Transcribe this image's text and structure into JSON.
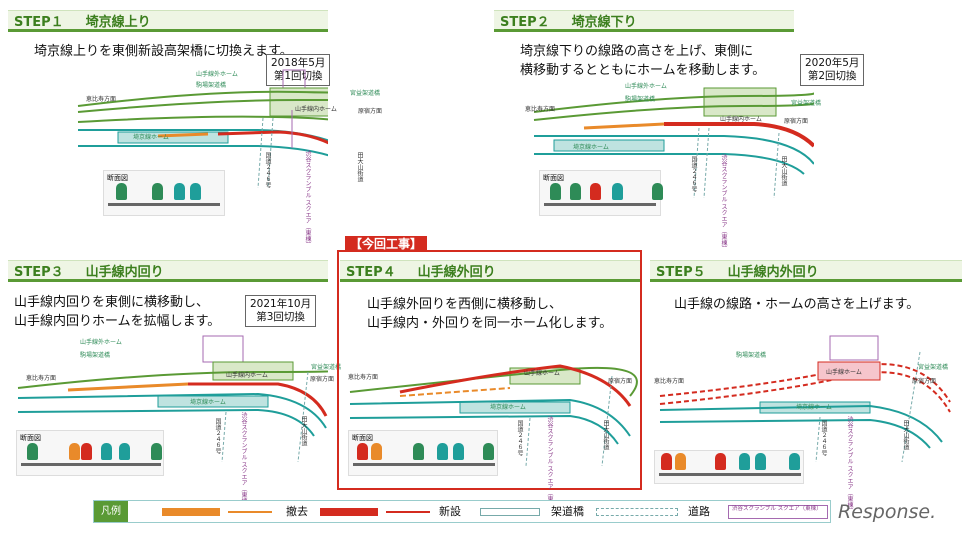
{
  "panels": [
    {
      "id": "step1",
      "step_label": "STEP１",
      "title": "埼京線上り",
      "desc_lines": [
        "埼京線上りを東側新設高架橋に切換えます。"
      ],
      "date_lines": [
        "2018年5月",
        "第1回切換"
      ],
      "labels": {
        "yamanote_outer_home": "山手線外ホーム",
        "komaba": "駒場架道橋",
        "miyamasuzaka": "宮益架道橋",
        "ebisu": "恵比寿方面",
        "yamanote_inner_home": "山手線内ホーム",
        "harajuku": "原宿方面",
        "saikyo_home": "埼京線ホーム",
        "scramble": "渋谷スクランブル スクエア（東棟）",
        "route246": "国道２４６号",
        "tamagawa": "田大山街道",
        "section": "断面図"
      }
    },
    {
      "id": "step2",
      "step_label": "STEP２",
      "title": "埼京線下り",
      "desc_lines": [
        "埼京線下りの線路の高さを上げ、東側に",
        "横移動するとともにホームを移動します。"
      ],
      "date_lines": [
        "2020年5月",
        "第2回切換"
      ],
      "labels": {
        "yamanote_outer_home": "山手線外ホーム",
        "komaba": "駒場架道橋",
        "miyamasuzaka": "宮益架道橋",
        "ebisu": "恵比寿方面",
        "yamanote_inner_home": "山手線内ホーム",
        "harajuku": "原宿方面",
        "saikyo_home": "埼京線ホーム",
        "scramble": "渋谷スクランブル スクエア（東棟）",
        "route246": "国道２４６号",
        "tamagawa": "田大山街道",
        "section": "断面図"
      }
    },
    {
      "id": "step3",
      "step_label": "STEP３",
      "title": "山手線内回り",
      "desc_lines": [
        "山手線内回りを東側に横移動し、",
        "山手線内回りホームを拡幅します。"
      ],
      "date_lines": [
        "2021年10月",
        "第3回切換"
      ],
      "labels": {
        "yamanote_outer_home": "山手線外ホーム",
        "komaba": "駒場架道橋",
        "miyamasuzaka": "宮益架道橋",
        "ebisu": "恵比寿方面",
        "yamanote_inner_home": "山手線内ホーム",
        "harajuku": "原宿方面",
        "saikyo_home": "埼京線ホーム",
        "scramble": "渋谷スクランブル スクエア（東棟）",
        "route246": "国道２４６号",
        "tamagawa": "田大山街道",
        "section": "断面図"
      }
    },
    {
      "id": "step4",
      "step_label": "STEP４",
      "title": "山手線外回り",
      "desc_lines": [
        "山手線外回りを西側に横移動し、",
        "山手線内・外回りを同一ホーム化します。"
      ],
      "date_lines": [],
      "labels": {
        "yamanote_home": "山手線ホーム",
        "ebisu": "恵比寿方面",
        "harajuku": "原宿方面",
        "saikyo_home": "埼京線ホーム",
        "scramble": "渋谷スクランブル スクエア（東棟）",
        "route246": "国道２４６号",
        "tamagawa": "田大山街道",
        "section": "断面図"
      }
    },
    {
      "id": "step5",
      "step_label": "STEP５",
      "title": "山手線内外回り",
      "desc_lines": [
        "山手線の線路・ホームの高さを上げます。"
      ],
      "date_lines": [],
      "labels": {
        "komaba": "駒場架道橋",
        "miyamasuzaka": "宮益架道橋",
        "ebisu": "恵比寿方面",
        "yamanote_home": "山手線ホーム",
        "harajuku": "原宿方面",
        "saikyo_home": "埼京線ホーム",
        "scramble": "渋谷スクランブル スクエア（東棟）",
        "route246": "国道２４６号",
        "tamagawa": "田大山街道"
      }
    }
  ],
  "highlight_tag": "【今回工事】",
  "legend": {
    "head": "凡例",
    "items": [
      "撤去",
      "新設",
      "架道橋",
      "道路",
      "渋谷スクランブル スクエア（東棟）"
    ]
  },
  "colors": {
    "green": "#5a9a35",
    "removed": "#e98a2a",
    "new": "#d42b1f",
    "teal": "#1f9e9a"
  },
  "logo": "Response."
}
